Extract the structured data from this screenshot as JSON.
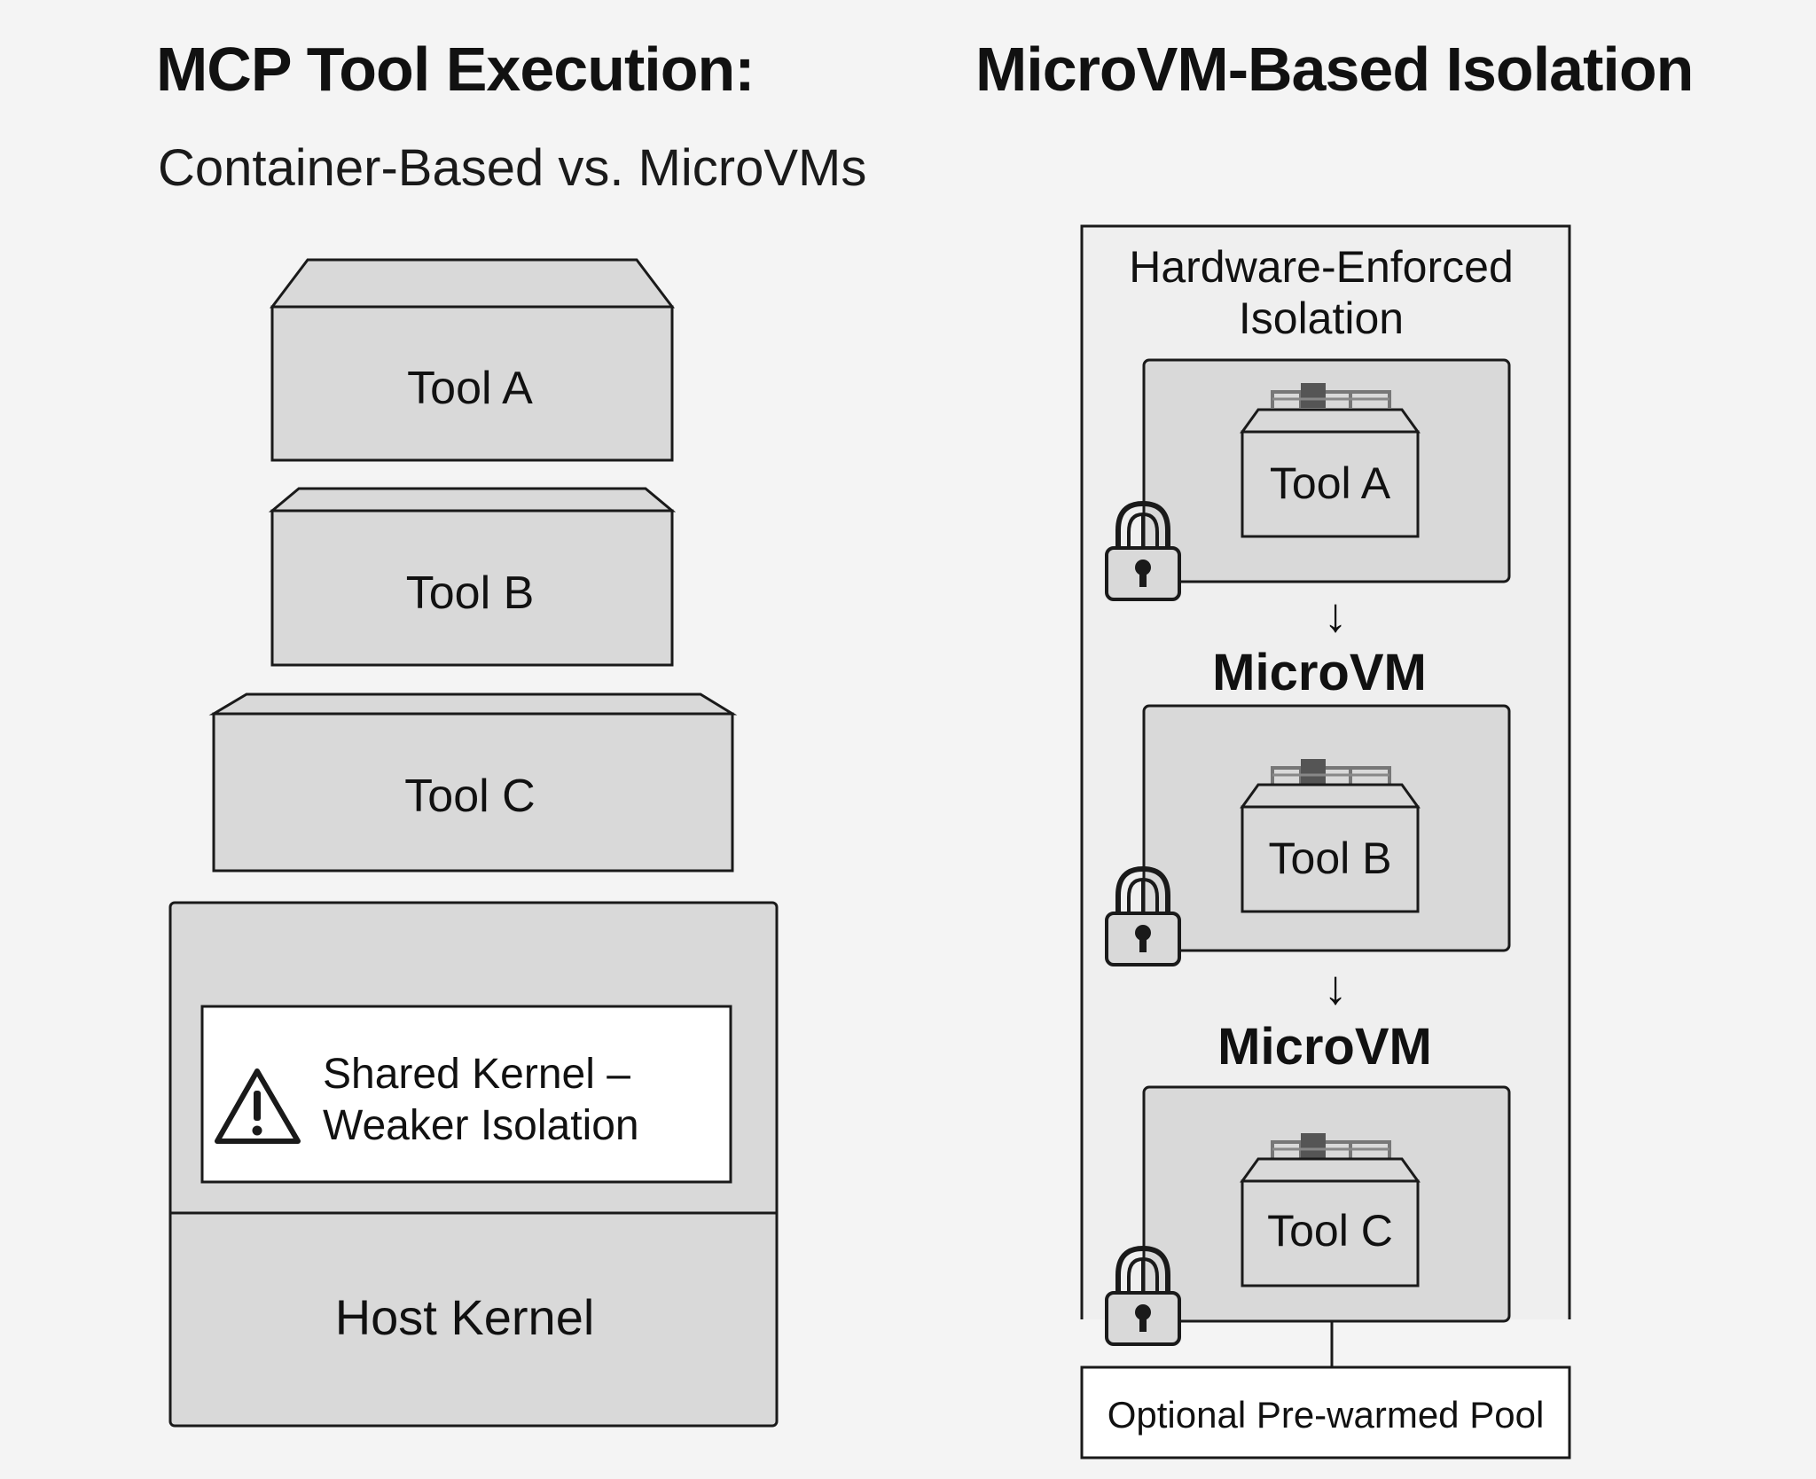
{
  "titles": {
    "left": "MCP Tool Execution:",
    "right": "MicroVM-Based Isolation",
    "subtitle": "Container-Based vs. MicroVMs"
  },
  "container_side": {
    "tools": [
      "Tool A",
      "Tool B",
      "Tool C"
    ],
    "warning": [
      "Shared Kernel –",
      "Weaker Isolation"
    ],
    "host_kernel": "Host Kernel"
  },
  "microvm_side": {
    "panel_title": [
      "Hardware-Enforced",
      "Isolation"
    ],
    "vm_label": "MicroVM",
    "tools": [
      "Tool A",
      "Tool B",
      "Tool C"
    ],
    "pool": "Optional Pre-warmed Pool",
    "arrow": "↓"
  },
  "colors": {
    "background": "#f4f4f4",
    "box_fill": "#d9d9d9",
    "stroke": "#1a1a1a",
    "white": "#ffffff"
  },
  "icons": {
    "warning": "warning-triangle-icon",
    "lock": "padlock-icon",
    "connector": "container-connector-icon"
  }
}
